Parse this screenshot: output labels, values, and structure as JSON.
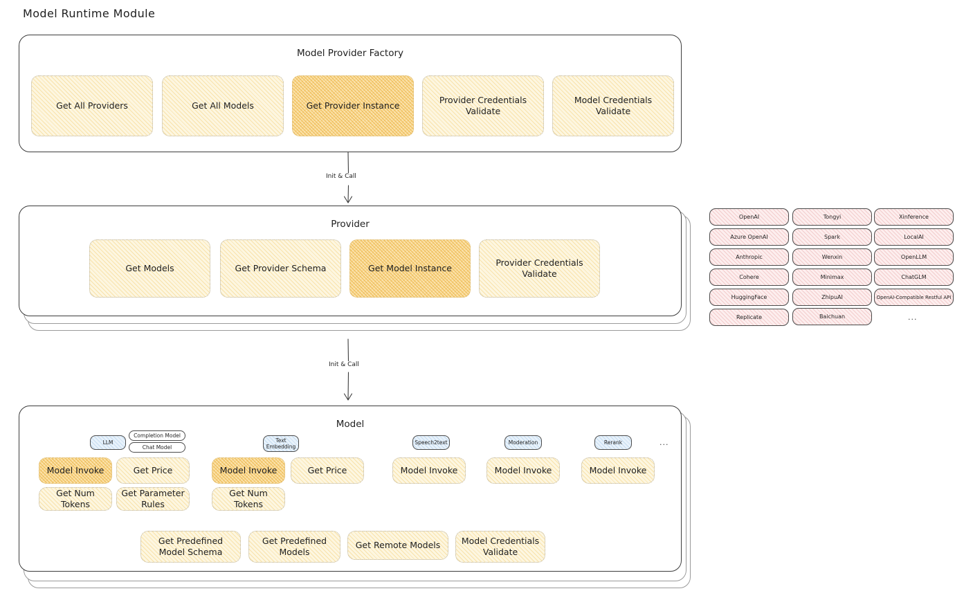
{
  "page": {
    "title": "Model Runtime Module"
  },
  "arrows": [
    {
      "label": "Init & Call"
    },
    {
      "label": "Init & Call"
    }
  ],
  "factory": {
    "title": "Model Provider Factory",
    "boxes": [
      {
        "label": "Get All Providers",
        "highlight": false
      },
      {
        "label": "Get All Models",
        "highlight": false
      },
      {
        "label": "Get Provider Instance",
        "highlight": true
      },
      {
        "label": "Provider Credentials Validate",
        "highlight": false
      },
      {
        "label": "Model Credentials Validate",
        "highlight": false
      }
    ]
  },
  "provider": {
    "title": "Provider",
    "boxes": [
      {
        "label": "Get Models",
        "highlight": false
      },
      {
        "label": "Get Provider Schema",
        "highlight": false
      },
      {
        "label": "Get Model Instance",
        "highlight": true
      },
      {
        "label": "Provider Credentials Validate",
        "highlight": false
      }
    ]
  },
  "provider_list": {
    "columns": [
      {
        "items": [
          "OpenAI",
          "Azure OpenAI",
          "Anthropic",
          "Cohere",
          "HuggingFace",
          "Replicate"
        ]
      },
      {
        "items": [
          "Tongyi",
          "Spark",
          "Wenxin",
          "Minimax",
          "ZhipuAI",
          "Baichuan"
        ]
      },
      {
        "items": [
          "Xinference",
          "LocalAI",
          "OpenLLM",
          "ChatGLM",
          "OpenAI-Compatible Restful API"
        ]
      }
    ],
    "ellipsis": "..."
  },
  "model": {
    "title": "Model",
    "ellipsis": "...",
    "types": [
      {
        "tag": "LLM",
        "sub_tags": [
          "Completion Model",
          "Chat Model"
        ],
        "methods": [
          {
            "label": "Model Invoke",
            "highlight": true
          },
          {
            "label": "Get Price",
            "highlight": false
          },
          {
            "label": "Get Num Tokens",
            "highlight": false
          },
          {
            "label": "Get Parameter Rules",
            "highlight": false
          }
        ]
      },
      {
        "tag": "Text Embedding",
        "sub_tags": [],
        "methods": [
          {
            "label": "Model Invoke",
            "highlight": true
          },
          {
            "label": "Get Price",
            "highlight": false
          },
          {
            "label": "Get Num Tokens",
            "highlight": false
          }
        ]
      },
      {
        "tag": "Speech2text",
        "sub_tags": [],
        "methods": [
          {
            "label": "Model Invoke",
            "highlight": false
          }
        ]
      },
      {
        "tag": "Moderation",
        "sub_tags": [],
        "methods": [
          {
            "label": "Model Invoke",
            "highlight": false
          }
        ]
      },
      {
        "tag": "Rerank",
        "sub_tags": [],
        "methods": [
          {
            "label": "Model Invoke",
            "highlight": false
          }
        ]
      }
    ],
    "common_methods": [
      {
        "label": "Get Predefined Model Schema"
      },
      {
        "label": "Get Predefined Models"
      },
      {
        "label": "Get Remote Models"
      },
      {
        "label": "Model Credentials Validate"
      }
    ]
  }
}
